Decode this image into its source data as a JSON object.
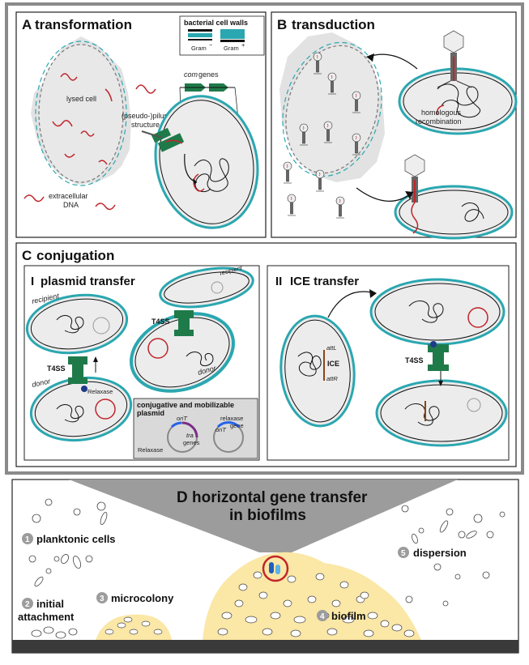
{
  "panel_a": {
    "title": "transformation",
    "letter": "A",
    "legend_title": "bacterial cell walls",
    "legend_gram_neg": "Gram",
    "legend_gram_pos": "Gram",
    "lysed_cell": "lysed cell",
    "pilus_label_1": "(pseudo-)pilus",
    "pilus_label_2": "structure",
    "com_genes_italic": "com",
    "com_genes_rest": " genes",
    "extracellular_1": "extracellular",
    "extracellular_2": "DNA"
  },
  "panel_b": {
    "title": "transduction",
    "letter": "B",
    "homologous_1": "homologous",
    "homologous_2": "recombination"
  },
  "panel_c": {
    "title": "conjugation",
    "letter": "C",
    "sub_i_num": "I",
    "sub_i": "plasmid transfer",
    "sub_ii_num": "II",
    "sub_ii": "ICE transfer",
    "recipient": "recipient",
    "donor": "donor",
    "t4ss": "T4SS",
    "relaxase": "Relaxase",
    "plasmid_box_1": "conjugative and mobilizable",
    "plasmid_box_2": "plasmid",
    "oriT": "oriT",
    "tra": "tra",
    "genes": "genes",
    "relaxase_gene_1": "relaxase",
    "relaxase_gene_2": "gene",
    "attL": "attL",
    "attR": "attR",
    "ice": "ICE"
  },
  "panel_d": {
    "title_1": "D horizontal gene transfer",
    "title_2": "in biofilms",
    "stages": [
      {
        "num": "1",
        "label": "planktonic cells"
      },
      {
        "num": "2",
        "label": "initial"
      },
      {
        "num": "",
        "label": "attachment"
      },
      {
        "num": "3",
        "label": "microcolony"
      },
      {
        "num": "4",
        "label": "biofilm"
      },
      {
        "num": "5",
        "label": "dispersion"
      }
    ]
  },
  "colors": {
    "teal": "#2aa7b0",
    "dna_red": "#c0262b",
    "pilus_green": "#1f7a4a",
    "biofilm_yellow": "#fbe7a6",
    "panel_border": "#8a8a8a"
  }
}
